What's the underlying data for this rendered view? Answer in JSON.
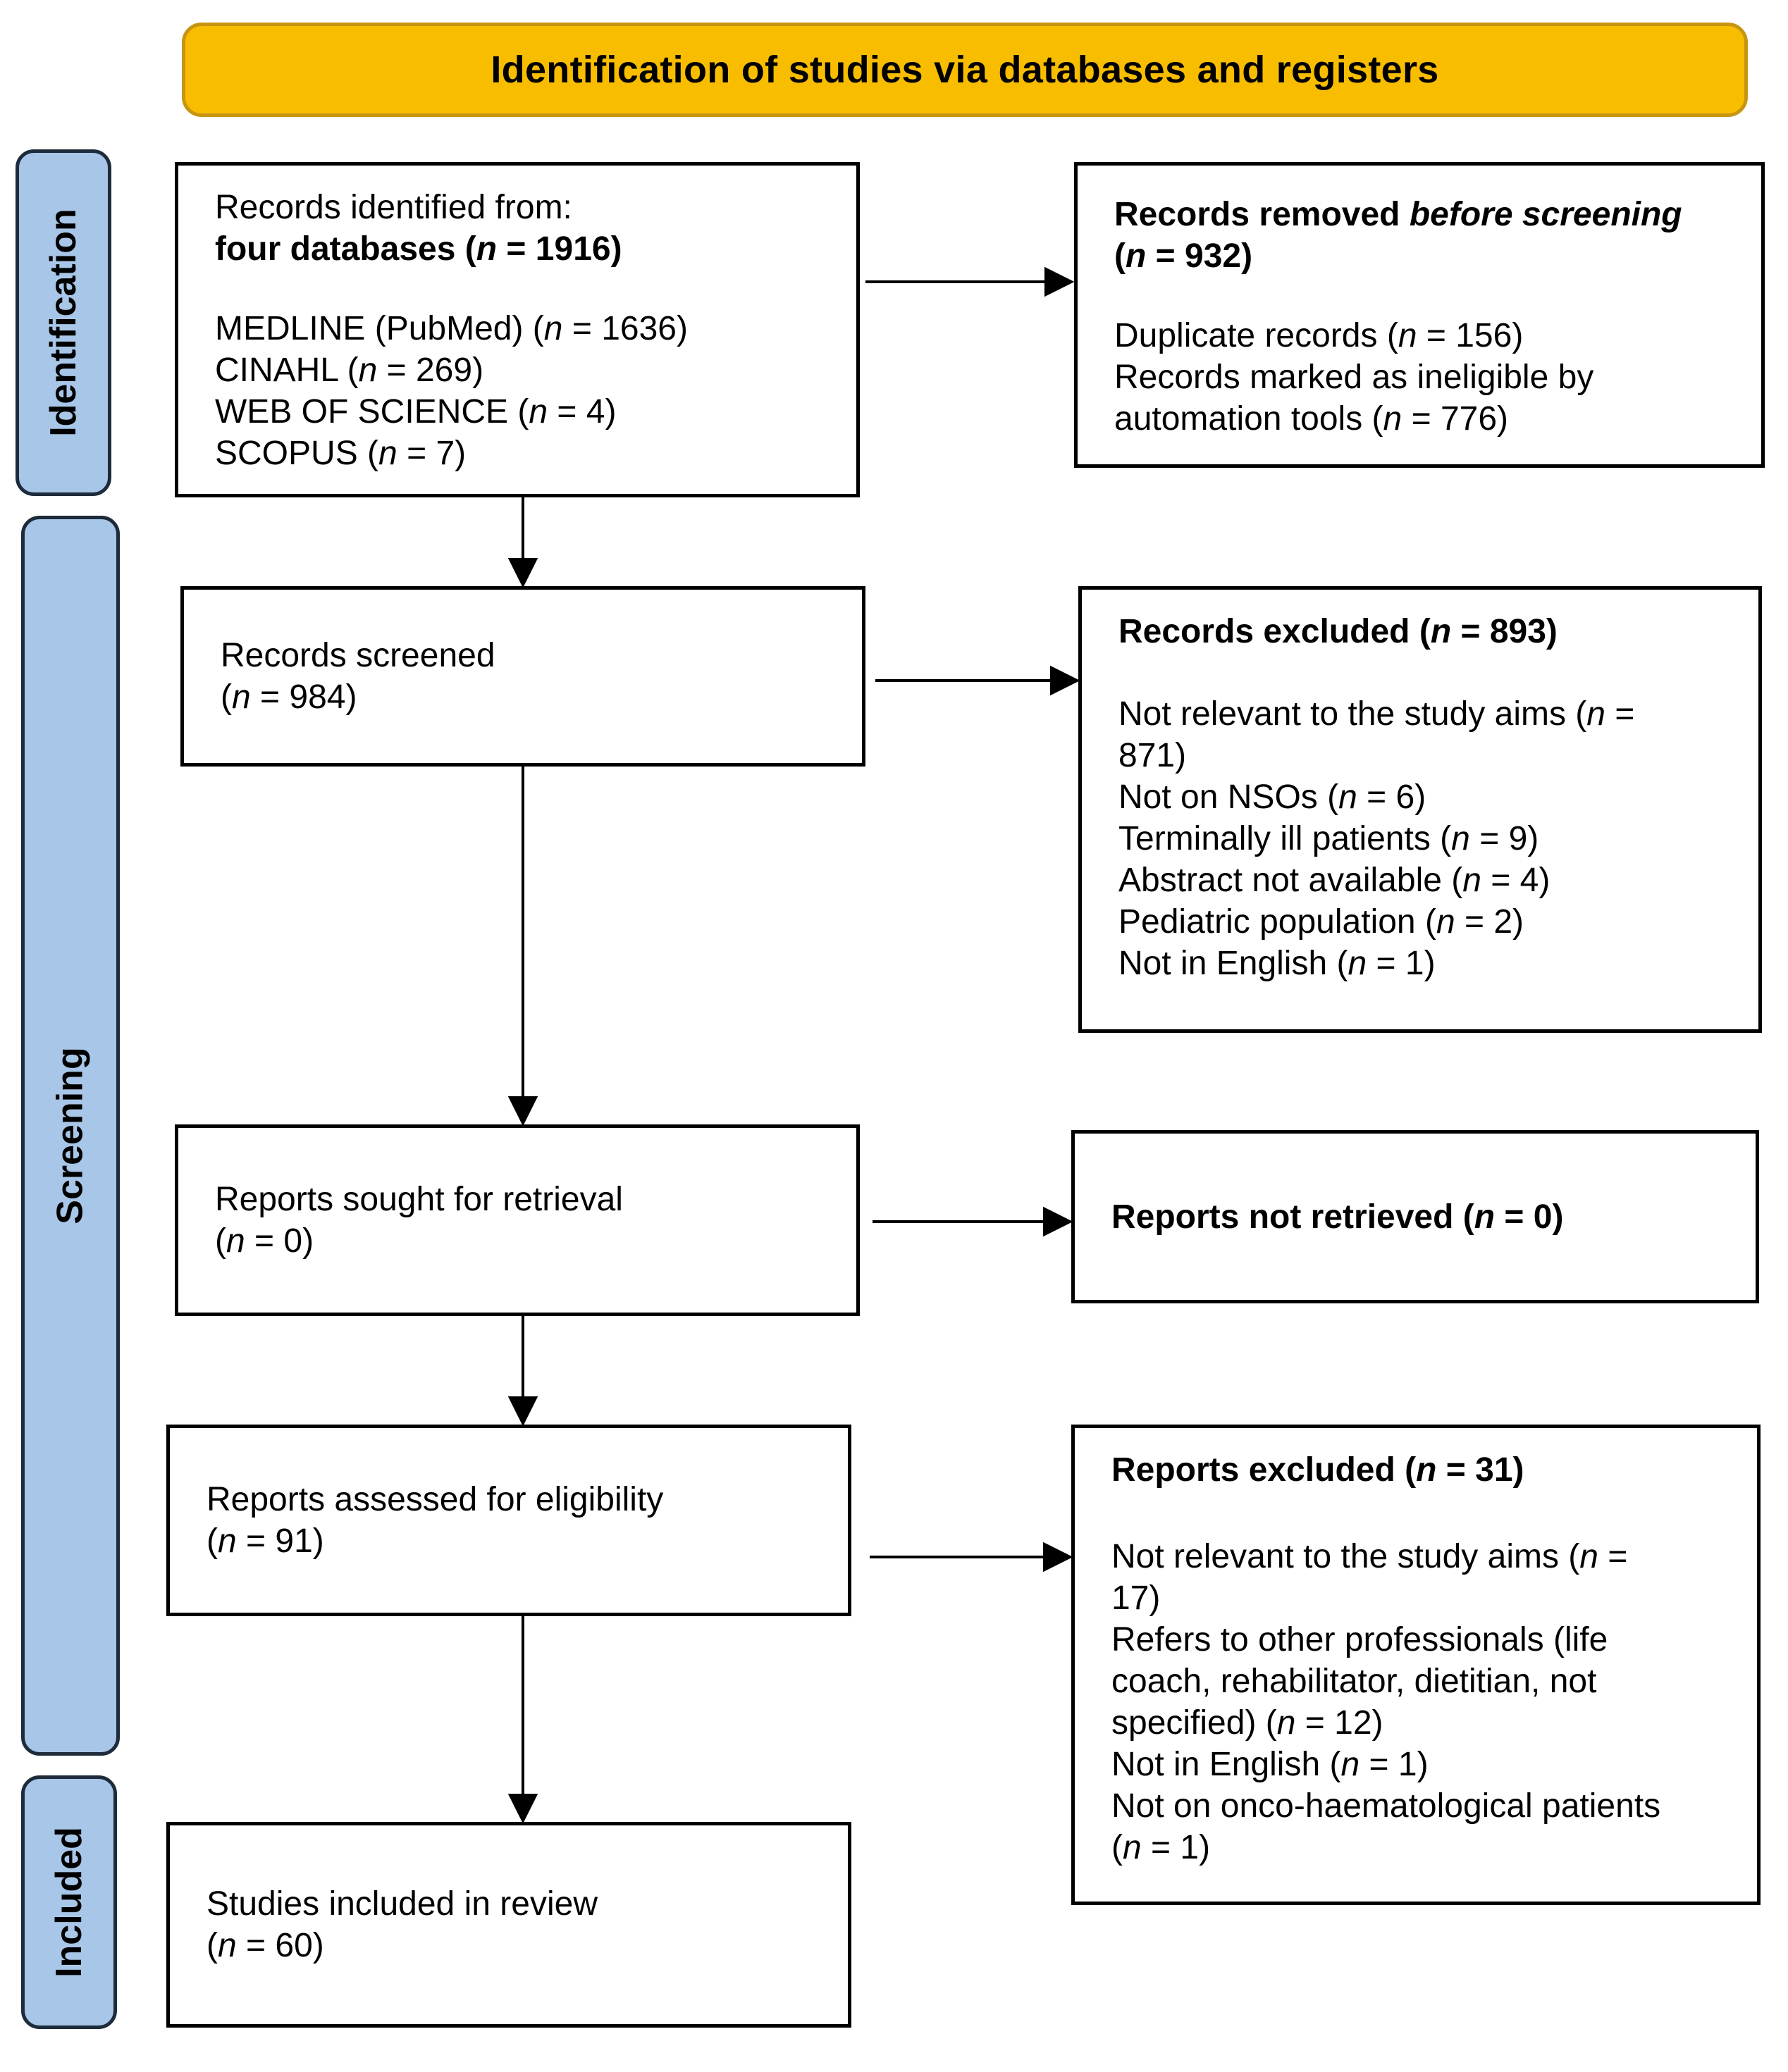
{
  "header": {
    "title": "Identification of studies via databases and registers"
  },
  "phases": {
    "identification": "Identification",
    "screening": "Screening",
    "included": "Included"
  },
  "identified": {
    "line1": "Records identified from:",
    "line2_bold": "four databases (",
    "n": "n",
    "line2_rest": " = 1916)",
    "sources": [
      {
        "name": "MEDLINE (PubMed) (",
        "rest": " = 1636)"
      },
      {
        "name": "CINAHL (",
        "rest": " = 269)"
      },
      {
        "name": "WEB OF SCIENCE (",
        "rest": " = 4)"
      },
      {
        "name": "SCOPUS (",
        "rest": " = 7)"
      }
    ]
  },
  "removed": {
    "title_bold": "Records removed ",
    "title_italic": "before screening",
    "title_n_open": "(",
    "title_n_rest": " = 932)",
    "items": [
      {
        "text": "Duplicate records (",
        "rest": " = 156)"
      },
      {
        "text": "Records marked as ineligible by"
      },
      {
        "text": "automation tools (",
        "rest": " = 776)"
      }
    ]
  },
  "screened": {
    "label": "Records screened",
    "open": "(",
    "rest": " = 984)"
  },
  "excluded": {
    "title": "Records excluded (",
    "title_rest": " = 893)",
    "items": [
      {
        "text": "Not relevant to the study aims (",
        "rest": " ="
      },
      {
        "text": "871)"
      },
      {
        "text": "Not on NSOs (",
        "rest": " = 6)"
      },
      {
        "text": "Terminally ill patients (",
        "rest": " = 9)"
      },
      {
        "text": "Abstract not available (",
        "rest": " = 4)"
      },
      {
        "text": "Pediatric population (",
        "rest": " = 2)"
      },
      {
        "text": "Not in English (",
        "rest": " = 1)"
      }
    ]
  },
  "sought": {
    "label": "Reports sought for retrieval",
    "open": "(",
    "rest": " = 0)"
  },
  "not_retrieved": {
    "title": "Reports not retrieved (",
    "title_rest": " = 0)"
  },
  "assessed": {
    "label": "Reports assessed for eligibility",
    "open": "(",
    "rest": " = 91)"
  },
  "reports_excluded": {
    "title": "Reports excluded (",
    "title_rest": " = 31)",
    "items": [
      {
        "text": "Not relevant to the study aims (",
        "rest": " ="
      },
      {
        "text": "17)"
      },
      {
        "text": "Refers to other professionals (life"
      },
      {
        "text": "coach, rehabilitator, dietitian, not"
      },
      {
        "text": "specified) (",
        "rest": " = 12)"
      },
      {
        "text": "Not in English (",
        "rest": " = 1)"
      },
      {
        "text": "Not on onco-haematological patients"
      },
      {
        "text": "(",
        "rest": " = 1)"
      }
    ]
  },
  "included": {
    "label": "Studies included in review",
    "open": "(",
    "rest": " = 60)"
  }
}
